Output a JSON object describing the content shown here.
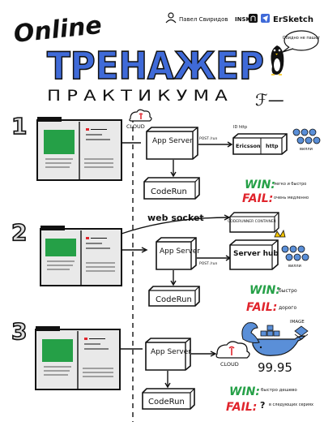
{
  "header": {
    "title_script": "Online",
    "title_main": "ТРЕНАЖЕР",
    "title_sub": "ПРАКТИКУМА",
    "author": "Павел Свиридов",
    "insk": "INSK",
    "brand": "ErSketch",
    "penguin_bubble": "Обидно не пашет",
    "signature": "ℱ—"
  },
  "colors": {
    "title_blue": "#3f6ad8",
    "green": "#25a047",
    "red": "#e0242c",
    "ink": "#111111",
    "yellow": "#f5c400"
  },
  "sections": [
    {
      "number": "1",
      "cloud": "CLOUD",
      "app_server": "App Server",
      "code_run": "CodeRun",
      "post_label": "POST /run",
      "id_label": "ID http",
      "ericsson": "Ericsson",
      "http": "http",
      "users": "вилли",
      "win_label": "WIN:",
      "win_text": "легко и быстро",
      "fail_label": "FAIL:",
      "fail_text": "очень медленно"
    },
    {
      "number": "2",
      "web_socket": "web socket",
      "coderunner": "CODERUNNER CONTAINER",
      "app_server": "App Server",
      "code_run": "CodeRun",
      "post_label": "POST /run",
      "server_hub": "Server hub",
      "users": "вилли",
      "win_label": "WIN:",
      "win_text": "быстро",
      "fail_label": "FAIL:",
      "fail_text": "дорого"
    },
    {
      "number": "3",
      "cloud": "CLOUD",
      "app_server": "App Server",
      "code_run": "CodeRun",
      "image_label": "IMAGE",
      "percent": "99.95",
      "win_label": "WIN:",
      "win_text": "быстро дешево",
      "fail_label": "FAIL:",
      "fail_text": "в следующих сериях"
    }
  ]
}
